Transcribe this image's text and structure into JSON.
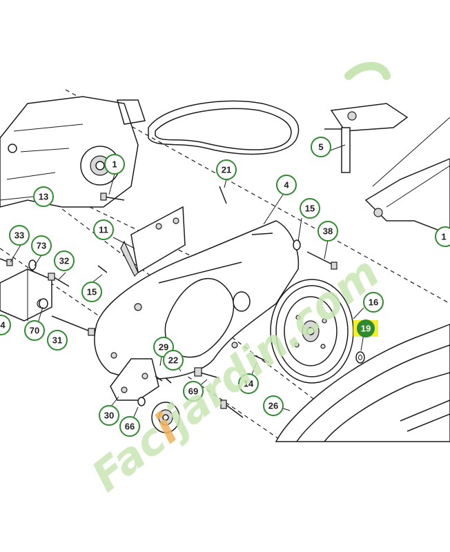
{
  "watermark": {
    "text_before": "Fac",
    "text_accent": "i",
    "text_after": "jardin.com",
    "color_main": "#c8e6b4",
    "color_accent": "#f0b45a"
  },
  "colors": {
    "label_ring": "#2f8a2f",
    "highlight_fill": "#f4ef2a"
  },
  "parts": [
    {
      "id": "1",
      "highlight": false
    },
    {
      "id": "13",
      "highlight": false
    },
    {
      "id": "21",
      "highlight": false
    },
    {
      "id": "4",
      "highlight": false
    },
    {
      "id": "5",
      "highlight": false
    },
    {
      "id": "15",
      "highlight": false
    },
    {
      "id": "38",
      "highlight": false
    },
    {
      "id": "11",
      "highlight": false
    },
    {
      "id": "33",
      "highlight": false
    },
    {
      "id": "73",
      "highlight": false
    },
    {
      "id": "32",
      "highlight": false
    },
    {
      "id": "15",
      "highlight": false
    },
    {
      "id": "16",
      "highlight": false
    },
    {
      "id": "19",
      "highlight": true
    },
    {
      "id": "70",
      "highlight": false
    },
    {
      "id": "31",
      "highlight": false
    },
    {
      "id": "29",
      "highlight": false
    },
    {
      "id": "22",
      "highlight": false
    },
    {
      "id": "14",
      "highlight": false
    },
    {
      "id": "69",
      "highlight": false
    },
    {
      "id": "26",
      "highlight": false
    },
    {
      "id": "30",
      "highlight": false
    },
    {
      "id": "66",
      "highlight": false
    },
    {
      "id": "4",
      "highlight": false
    },
    {
      "id": "1",
      "highlight": false
    }
  ]
}
